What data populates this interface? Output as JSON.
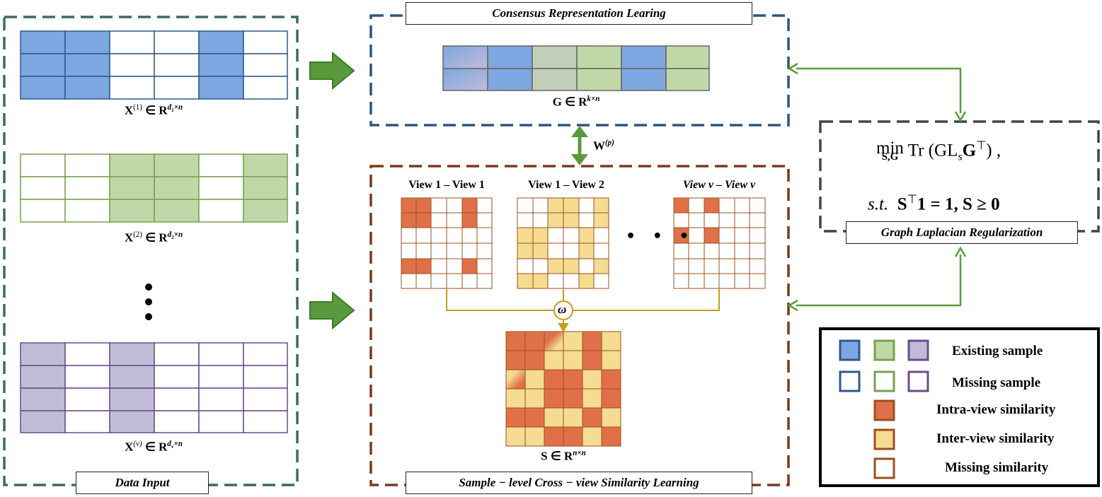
{
  "titles": {
    "consensus": "Consensus Representation Learing",
    "graph_lap": "Graph Laplacian Regularization",
    "data_input": "Data Input",
    "similarity": "Sample − level Cross − view Similarity Learning"
  },
  "matrices": {
    "x1": {
      "base": "X",
      "sup": "(1)",
      "rel": " ∈ R",
      "dim": "d",
      "dim_sub": "1",
      "dim_rest": "×n"
    },
    "x2": {
      "base": "X",
      "sup": "(2)",
      "rel": " ∈ R",
      "dim": "d",
      "dim_sub": "2",
      "dim_rest": "×n"
    },
    "xv": {
      "base": "X",
      "sup": "(v)",
      "rel": " ∈ R",
      "dim": "d",
      "dim_sub": "v",
      "dim_rest": "×n"
    },
    "g": {
      "base": "G",
      "rel": " ∈ R",
      "dim": "k×n"
    },
    "s": {
      "base": "S",
      "rel": " ∈ R",
      "dim": "n×n"
    },
    "w": {
      "base": "W",
      "sup": "(p)"
    }
  },
  "views": {
    "v11": "View 1 – View 1",
    "v12": "View 1 – View 2",
    "vvv": "View v – View v"
  },
  "ellipsis_h": "• • •",
  "omega": "ω",
  "objective": {
    "line1_min": "min",
    "line1_sub": "S,G",
    "line1_expr": "Tr (GL",
    "line1_s": "s",
    "line1_g": "G",
    "line1_top": "⊤",
    "line1_end": ") ,",
    "line2_st": "s.t.",
    "line2_expr": "S",
    "line2_top": "⊤",
    "line2_rest": "1 = 1, S ≥ 0"
  },
  "legend": {
    "existing": "Existing sample",
    "missing": "Missing sample",
    "intra": "Intra-view similarity",
    "inter": "Inter-view similarity",
    "missing_sim": "Missing similarity"
  },
  "colors": {
    "blue_fill": "#7ea6e0",
    "blue_line": "#2e5a8a",
    "green_fill": "#c0d8a8",
    "green_line": "#78a050",
    "purple_fill": "#c0bcd8",
    "purple_line": "#6a4c8c",
    "orange": "#e07048",
    "yellow": "#f5dc90",
    "brown_line": "#9a5020",
    "arrow_green": "#5a9a3c",
    "teal_dash": "#3d6b5a",
    "navy_dash": "#2d5580",
    "brown_dash": "#7a3a1e",
    "gold": "#c89c18"
  }
}
